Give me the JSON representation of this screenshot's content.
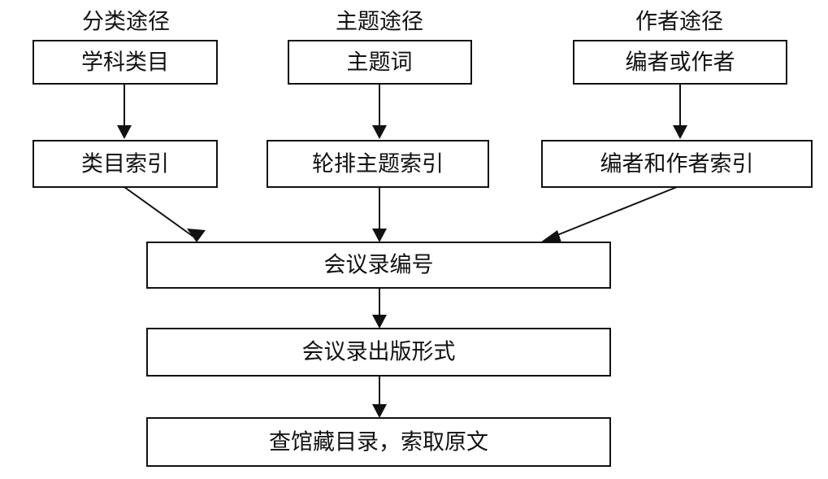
{
  "headings": {
    "classification": "分类途径",
    "subject": "主题途径",
    "author": "作者途径"
  },
  "nodes": {
    "subject_category": "学科类目",
    "subject_term": "主题词",
    "editor_or_author": "编者或作者",
    "category_index": "类目索引",
    "rotated_subject_index": "轮排主题索引",
    "editor_author_index": "编者和作者索引",
    "proceedings_number": "会议录编号",
    "proceedings_format": "会议录出版形式",
    "check_catalog": "查馆藏目录，索取原文"
  },
  "colors": {
    "stroke": "#111111",
    "background": "#ffffff"
  }
}
